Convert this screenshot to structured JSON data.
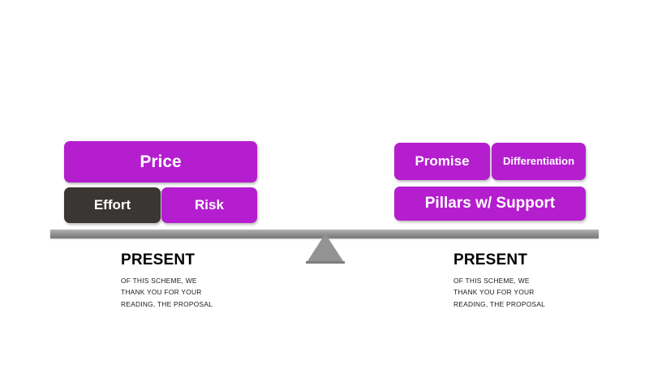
{
  "slide": {
    "type": "balance-scale-infographic",
    "background_color": "#ffffff",
    "accent_color": "#b41ece",
    "dark_color": "#393634",
    "beam_color": "#8e8e8e",
    "fulcrum_color": "#939393"
  },
  "left_pan": {
    "items": [
      {
        "label": "Price",
        "color": "#b41ece",
        "style": "purple"
      },
      {
        "label": "Effort",
        "color": "#393634",
        "style": "dark"
      },
      {
        "label": "Risk",
        "color": "#b41ece",
        "style": "purple"
      }
    ]
  },
  "right_pan": {
    "items": [
      {
        "label": "Promise",
        "color": "#b41ece",
        "style": "purple"
      },
      {
        "label": "Differentiation",
        "color": "#b41ece",
        "style": "purple"
      },
      {
        "label": "Pillars w/ Support",
        "color": "#b41ece",
        "style": "purple"
      }
    ]
  },
  "captions": [
    {
      "title": "PRESENT",
      "body": "OF THIS SCHEME, WE THANK YOU FOR YOUR READING, THE PROPOSAL"
    },
    {
      "title": "PRESENT",
      "body": "OF THIS SCHEME, WE THANK YOU FOR YOUR READING, THE PROPOSAL"
    }
  ]
}
